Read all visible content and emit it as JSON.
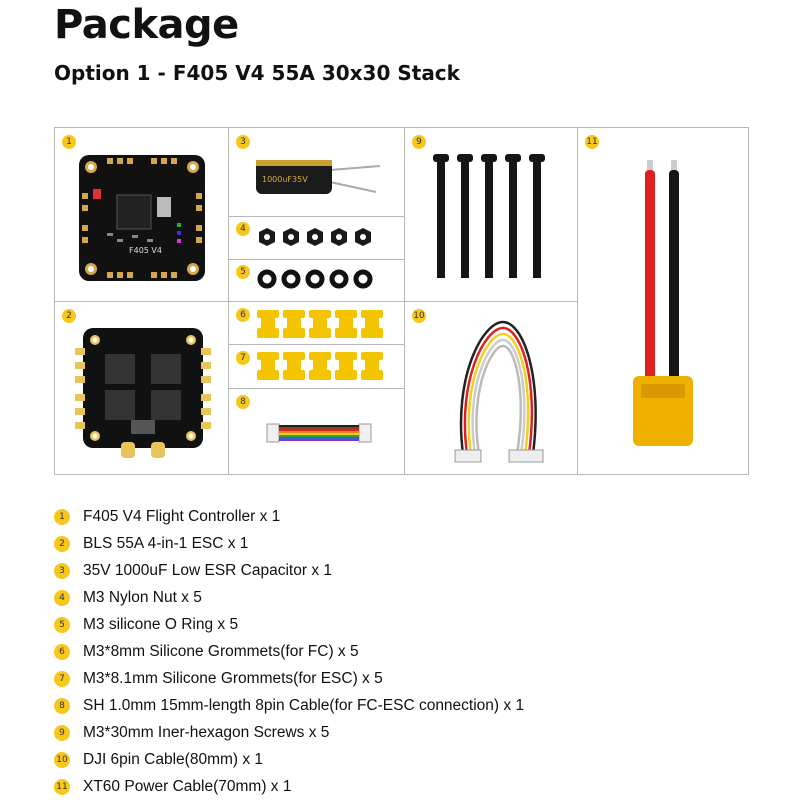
{
  "header": {
    "title": "Package",
    "subtitle": "Option 1 - F405 V4 55A 30x30 Stack"
  },
  "grid": {
    "badges": [
      "1",
      "2",
      "3",
      "4",
      "5",
      "6",
      "7",
      "8",
      "9",
      "10",
      "11"
    ],
    "fc_label": "F405 V4",
    "capacitor_text": "1000uF35V"
  },
  "items": [
    {
      "num": "1",
      "text": "F405 V4 Flight Controller x 1"
    },
    {
      "num": "2",
      "text": "BLS 55A 4-in-1 ESC x 1"
    },
    {
      "num": "3",
      "text": "35V 1000uF Low ESR Capacitor x 1"
    },
    {
      "num": "4",
      "text": "M3 Nylon Nut x 5"
    },
    {
      "num": "5",
      "text": "M3 silicone O Ring x 5"
    },
    {
      "num": "6",
      "text": "M3*8mm Silicone Grommets(for FC) x 5"
    },
    {
      "num": "7",
      "text": "M3*8.1mm Silicone Grommets(for ESC) x 5"
    },
    {
      "num": "8",
      "text": "SH 1.0mm 15mm-length 8pin Cable(for FC-ESC connection) x 1"
    },
    {
      "num": "9",
      "text": "M3*30mm Iner-hexagon Screws x 5"
    },
    {
      "num": "10",
      "text": "DJI 6pin Cable(80mm) x 1"
    },
    {
      "num": "11",
      "text": "XT60 Power Cable(70mm) x 1"
    }
  ],
  "colors": {
    "badge": "#f7c71c",
    "grommet": "#f5c400",
    "pcb": "#111111",
    "wire_red": "#e02020",
    "wire_black": "#151515"
  }
}
